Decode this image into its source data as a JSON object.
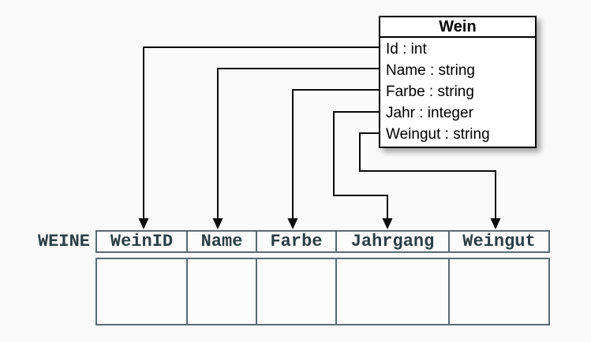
{
  "class_box": {
    "title": "Wein",
    "attributes": [
      "Id : int",
      "Name : string",
      "Farbe : string",
      "Jahr : integer",
      "Weingut : string"
    ]
  },
  "table": {
    "label": "WEINE",
    "columns": [
      "WeinID",
      "Name",
      "Farbe",
      "Jahrgang",
      "Weingut"
    ],
    "body_rows": 1,
    "body_cells_empty": true
  },
  "mappings": [
    {
      "from": "Id",
      "to": "WeinID"
    },
    {
      "from": "Name",
      "to": "Name"
    },
    {
      "from": "Farbe",
      "to": "Farbe"
    },
    {
      "from": "Jahr",
      "to": "Jahrgang"
    },
    {
      "from": "Weingut",
      "to": "Weingut"
    }
  ],
  "colors": {
    "background": "#fafafa",
    "class_box_fill": "#ffffff",
    "class_box_border": "#000000",
    "connector": "#0a0a0a",
    "table_border": "#5a6a70",
    "table_text": "#2c3e44",
    "cell_fill": "#fcfcfc"
  }
}
